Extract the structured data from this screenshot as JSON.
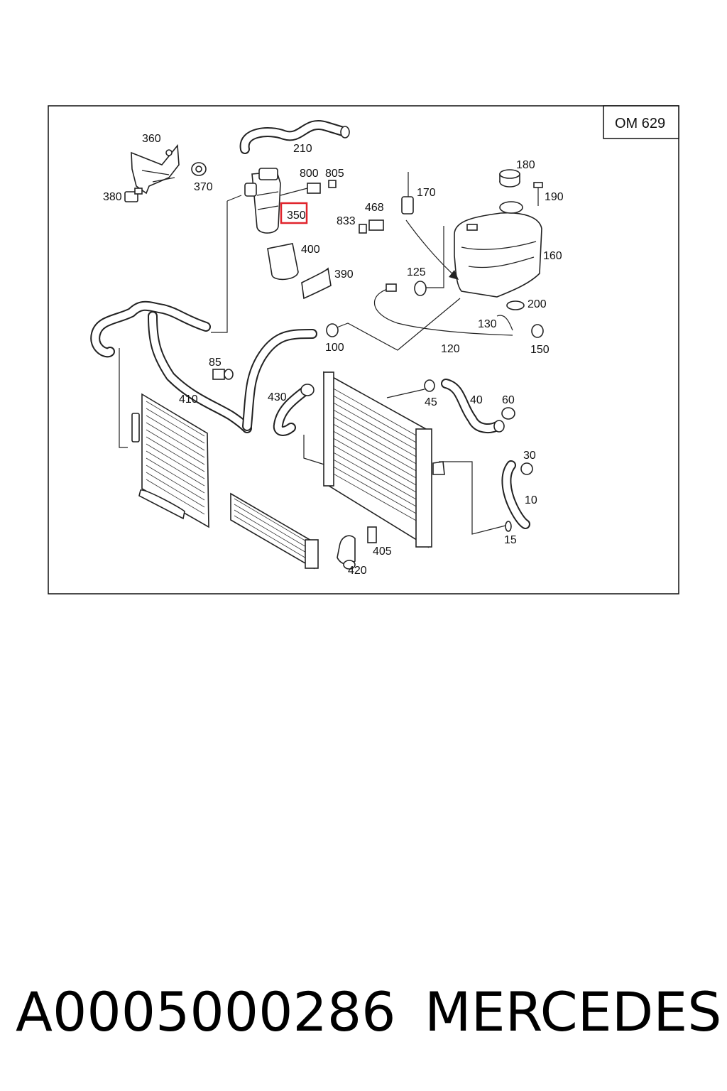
{
  "diagram": {
    "engine_badge": "OM 629",
    "highlighted_callout": "350",
    "callouts": [
      {
        "id": "c360",
        "text": "360"
      },
      {
        "id": "c210",
        "text": "210"
      },
      {
        "id": "c800",
        "text": "800"
      },
      {
        "id": "c805",
        "text": "805"
      },
      {
        "id": "c180",
        "text": "180"
      },
      {
        "id": "c370",
        "text": "370"
      },
      {
        "id": "c380",
        "text": "380"
      },
      {
        "id": "c170",
        "text": "170"
      },
      {
        "id": "c190",
        "text": "190"
      },
      {
        "id": "c468",
        "text": "468"
      },
      {
        "id": "c833",
        "text": "833"
      },
      {
        "id": "c160",
        "text": "160"
      },
      {
        "id": "c400",
        "text": "400"
      },
      {
        "id": "c390",
        "text": "390"
      },
      {
        "id": "c125",
        "text": "125"
      },
      {
        "id": "c200",
        "text": "200"
      },
      {
        "id": "c130",
        "text": "130"
      },
      {
        "id": "c100",
        "text": "100"
      },
      {
        "id": "c120",
        "text": "120"
      },
      {
        "id": "c150",
        "text": "150"
      },
      {
        "id": "c85",
        "text": "85"
      },
      {
        "id": "c410",
        "text": "410"
      },
      {
        "id": "c430",
        "text": "430"
      },
      {
        "id": "c45",
        "text": "45"
      },
      {
        "id": "c40",
        "text": "40"
      },
      {
        "id": "c60",
        "text": "60"
      },
      {
        "id": "c30",
        "text": "30"
      },
      {
        "id": "c10",
        "text": "10"
      },
      {
        "id": "c15",
        "text": "15"
      },
      {
        "id": "c405",
        "text": "405"
      },
      {
        "id": "c420",
        "text": "420"
      }
    ]
  },
  "footer": {
    "part_number": "A0005000286",
    "brand": "MERCEDES"
  },
  "colors": {
    "highlight": "#e0242c",
    "line": "#222222",
    "background": "#ffffff"
  }
}
